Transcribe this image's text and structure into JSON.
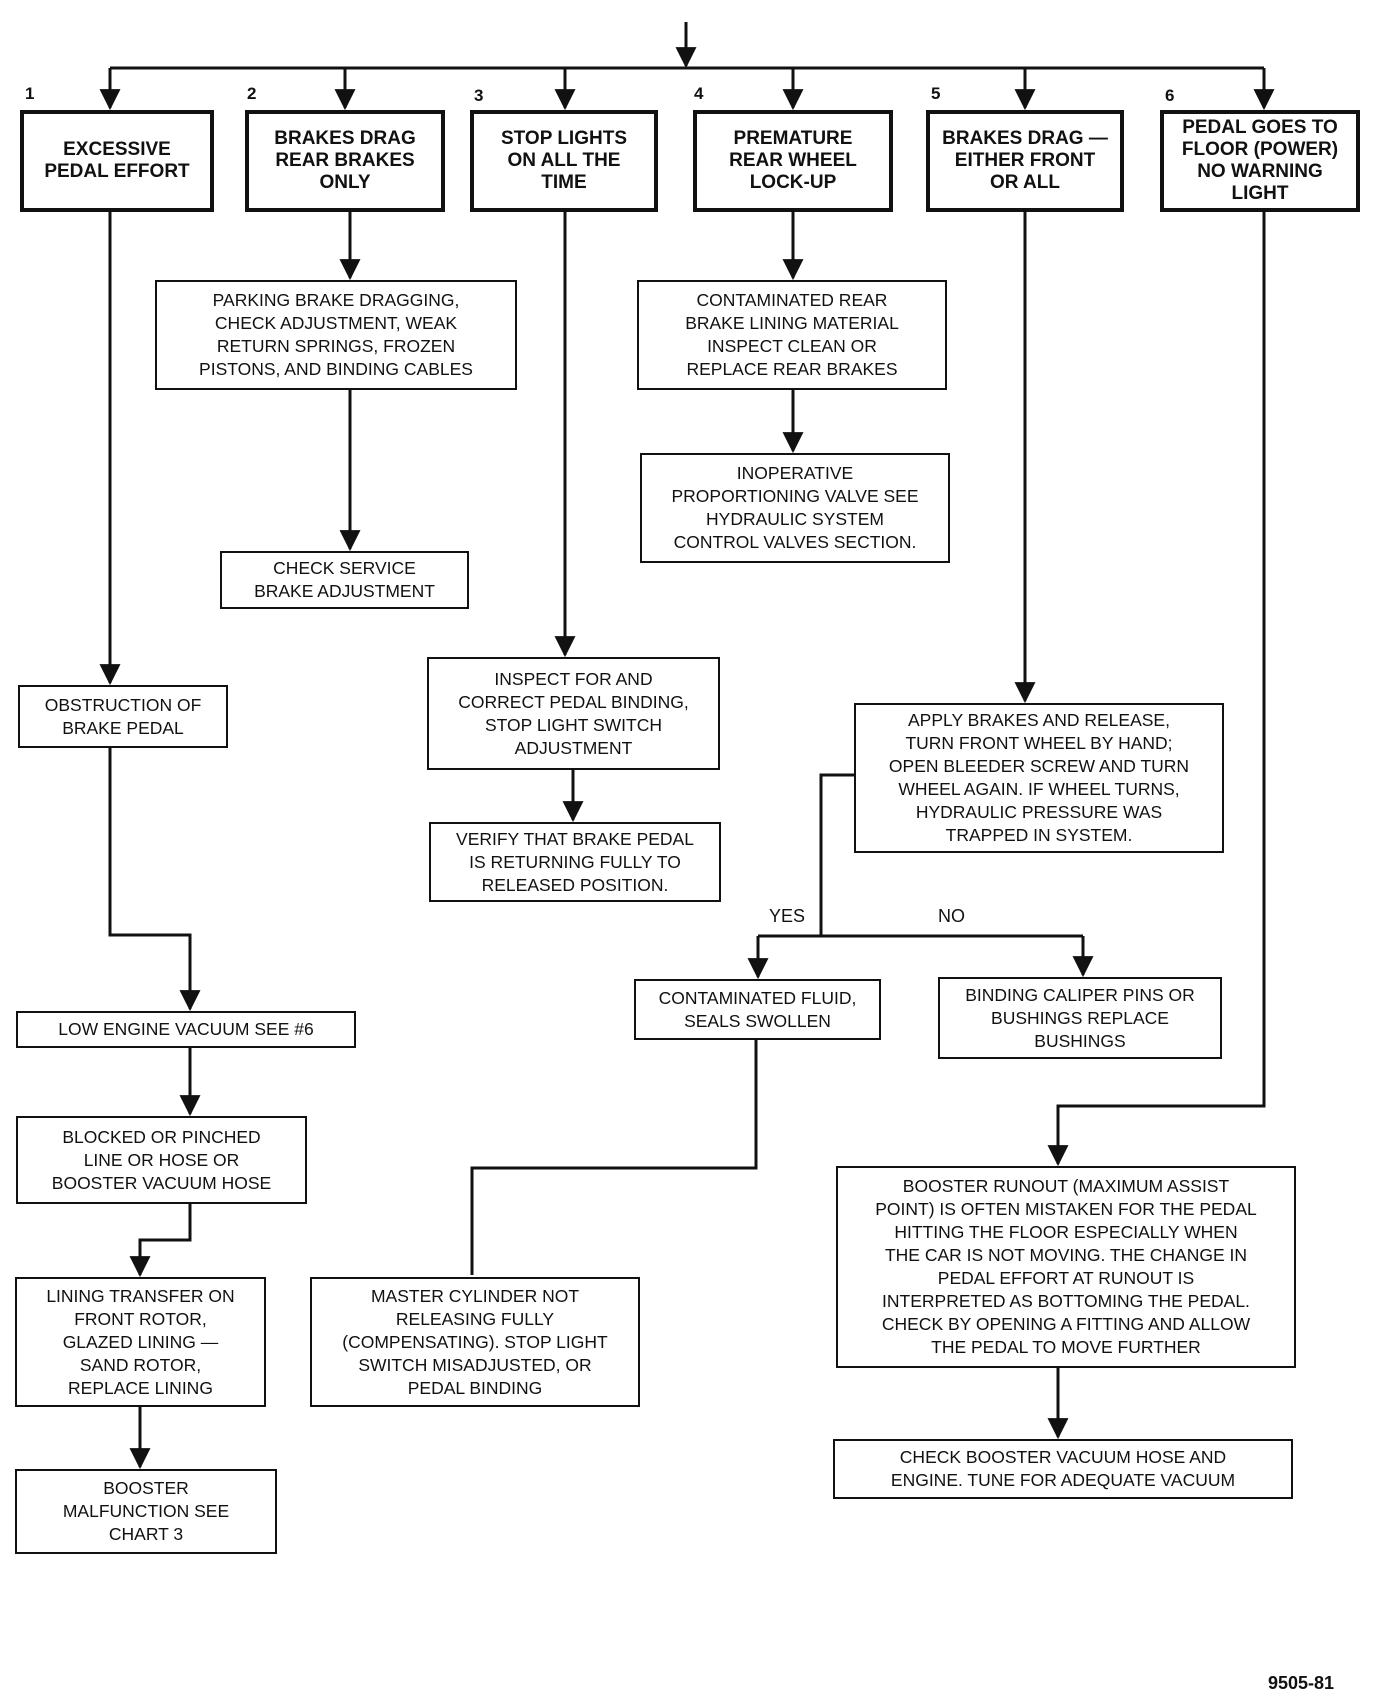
{
  "diagram": {
    "columns": [
      {
        "number": "1",
        "title": "EXCESSIVE\nPEDAL EFFORT",
        "steps": [
          "OBSTRUCTION OF\nBRAKE PEDAL",
          "LOW ENGINE VACUUM SEE #6",
          "BLOCKED OR PINCHED\nLINE OR HOSE OR\nBOOSTER VACUUM HOSE",
          "LINING TRANSFER ON\nFRONT ROTOR,\nGLAZED LINING —\nSAND ROTOR,\nREPLACE LINING",
          "BOOSTER\nMALFUNCTION SEE\nCHART 3"
        ]
      },
      {
        "number": "2",
        "title": "BRAKES DRAG\nREAR BRAKES\nONLY",
        "steps": [
          "PARKING BRAKE DRAGGING,\nCHECK ADJUSTMENT, WEAK\nRETURN SPRINGS, FROZEN\nPISTONS, AND BINDING CABLES",
          "CHECK SERVICE\nBRAKE ADJUSTMENT"
        ]
      },
      {
        "number": "3",
        "title": "STOP LIGHTS\nON ALL THE\nTIME",
        "steps": [
          "INSPECT FOR AND\nCORRECT PEDAL BINDING,\nSTOP LIGHT SWITCH\nADJUSTMENT",
          "VERIFY THAT BRAKE PEDAL\nIS RETURNING FULLY TO\nRELEASED POSITION."
        ]
      },
      {
        "number": "4",
        "title": "PREMATURE\nREAR WHEEL\nLOCK-UP",
        "steps": [
          "CONTAMINATED REAR\nBRAKE LINING MATERIAL\nINSPECT CLEAN OR\nREPLACE REAR BRAKES",
          "INOPERATIVE\nPROPORTIONING VALVE SEE\nHYDRAULIC SYSTEM\nCONTROL VALVES SECTION."
        ]
      },
      {
        "number": "5",
        "title": "BRAKES DRAG —\nEITHER FRONT\nOR ALL",
        "steps": [
          "APPLY BRAKES AND RELEASE,\nTURN FRONT WHEEL BY HAND;\nOPEN BLEEDER SCREW AND TURN\nWHEEL AGAIN. IF WHEEL TURNS,\nHYDRAULIC PRESSURE WAS\nTRAPPED IN SYSTEM.",
          "CONTAMINATED FLUID,\nSEALS SWOLLEN",
          "BINDING CALIPER PINS OR\nBUSHINGS REPLACE\nBUSHINGS",
          "MASTER CYLINDER NOT\nRELEASING FULLY\n(COMPENSATING). STOP LIGHT\nSWITCH MISADJUSTED, OR\nPEDAL BINDING"
        ],
        "yes_label": "YES",
        "no_label": "NO"
      },
      {
        "number": "6",
        "title": "PEDAL GOES TO\nFLOOR (POWER)\nNO WARNING\nLIGHT",
        "steps": [
          "BOOSTER RUNOUT (MAXIMUM ASSIST\nPOINT) IS OFTEN MISTAKEN FOR THE PEDAL\nHITTING THE FLOOR ESPECIALLY WHEN\nTHE CAR IS NOT MOVING. THE CHANGE IN\nPEDAL EFFORT AT RUNOUT IS\nINTERPRETED AS BOTTOMING THE PEDAL.\nCHECK BY OPENING A FITTING AND ALLOW\nTHE PEDAL TO MOVE FURTHER",
          "CHECK BOOSTER VACUUM HOSE AND\nENGINE. TUNE FOR ADEQUATE VACUUM"
        ]
      }
    ],
    "figure_id": "9505-81"
  }
}
